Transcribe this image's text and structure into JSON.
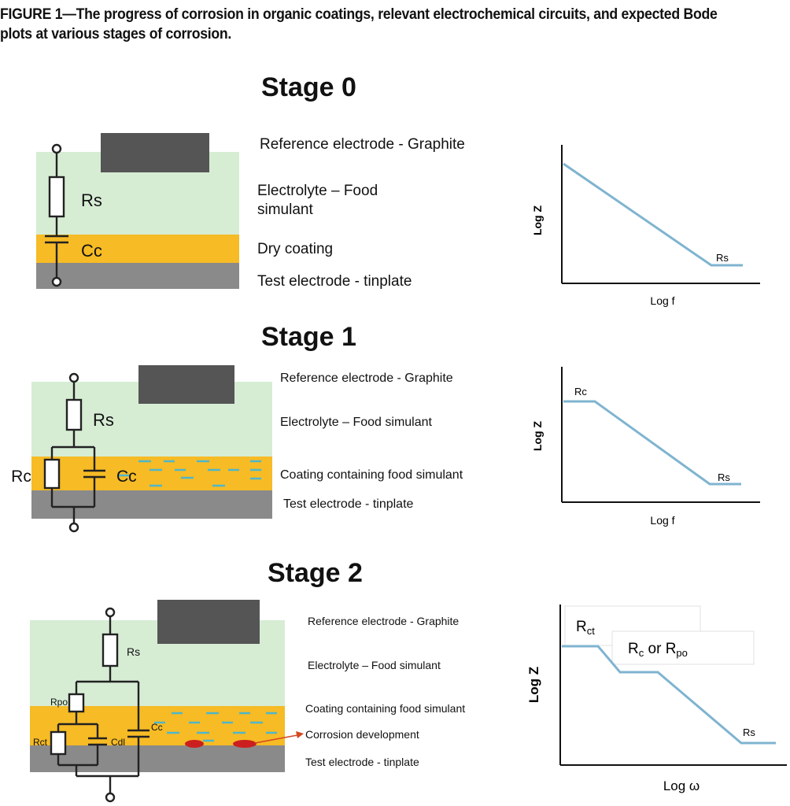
{
  "caption": "FIGURE 1—The progress of corrosion in organic coatings, relevant electrochemical circuits, and expected Bode plots at various stages of corrosion.",
  "colors": {
    "electrolyte": "#d6edd4",
    "coating": "#f6bb25",
    "substrate": "#8a8a8a",
    "electrode": "#555555",
    "plot_line": "#7fb4d0",
    "dash": "#4fb6c9",
    "corrosion": "#cc1f1f",
    "arrow": "#d4481f"
  },
  "stages": [
    {
      "title": "Stage 0",
      "layers": {
        "reference": "Reference electrode - Graphite",
        "electrolyte_line1": "Electrolyte – Food",
        "electrolyte_line2": "simulant",
        "coating": "Dry coating",
        "substrate": "Test electrode - tinplate"
      },
      "circuit": {
        "rs": "Rs",
        "cc": "Cc"
      },
      "plot": {
        "ylabel": "Log Z",
        "xlabel": "Log f",
        "annotations": [
          "Rs"
        ]
      }
    },
    {
      "title": "Stage 1",
      "layers": {
        "reference": "Reference electrode - Graphite",
        "electrolyte": "Electrolyte – Food simulant",
        "coating": "Coating containing food simulant",
        "substrate": "Test electrode - tinplate"
      },
      "circuit": {
        "rs": "Rs",
        "rc": "Rc",
        "cc": "Cc"
      },
      "plot": {
        "ylabel": "Log Z",
        "xlabel": "Log f",
        "annotations": [
          "Rc",
          "Rs"
        ]
      }
    },
    {
      "title": "Stage 2",
      "layers": {
        "reference": "Reference electrode - Graphite",
        "electrolyte": "Electrolyte – Food simulant",
        "coating": "Coating containing food simulant",
        "corrosion": "Corrosion development",
        "substrate": "Test electrode - tinplate"
      },
      "circuit": {
        "rs": "Rs",
        "rpo": "Rpo",
        "cc": "Cc",
        "rct": "Rct",
        "cdl": "Cdl"
      },
      "plot": {
        "ylabel": "Log Z",
        "xlabel": "Log ω",
        "annotations": {
          "rct_main": "R",
          "rct_sub": "ct",
          "rc_main": "R",
          "rc_sub": "c",
          "rc_or": " or ",
          "rpo_main": "R",
          "rpo_sub": "po",
          "rs": "Rs"
        }
      }
    }
  ]
}
